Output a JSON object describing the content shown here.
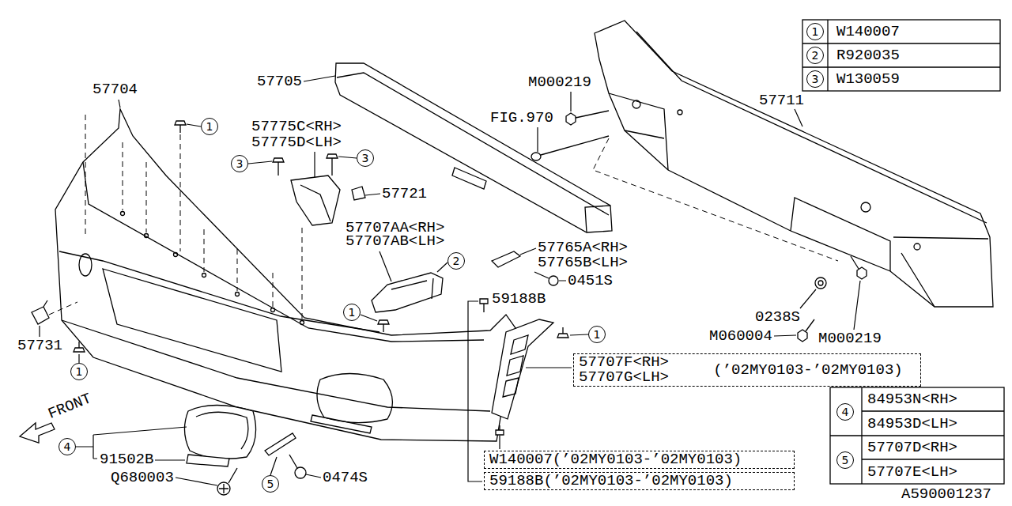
{
  "diagram": {
    "nodes": [
      {
        "text": [
          "1"
        ]
      },
      {
        "text": [
          "3"
        ]
      },
      {
        "text": [
          "3"
        ]
      },
      {
        "text": [
          "2"
        ]
      },
      {
        "text": [
          "1"
        ]
      },
      {
        "text": [
          "1"
        ]
      },
      {
        "text": [
          "1"
        ]
      },
      {
        "text": [
          "57707F<RH>",
          "(’02MY0103-’02MY0103)",
          "57707G<LH>"
        ]
      },
      {
        "text": [
          "4"
        ]
      },
      {
        "text": [
          "W140007(’02MY0103-’02MY0103)"
        ]
      },
      {
        "text": [
          "59188B(’02MY0103-’02MY0103)"
        ]
      },
      {
        "text": [
          "5"
        ]
      },
      {
        "text": [
          "1"
        ]
      },
      {
        "text": [
          "2"
        ]
      },
      {
        "text": [
          "3"
        ]
      },
      {
        "text": [
          "4"
        ]
      },
      {
        "text": [
          "5"
        ]
      }
    ],
    "labels": [
      "57704",
      "57705",
      "M000219",
      "FIG.970",
      "57711",
      "57775C<RH>",
      "57775D<LH>",
      "57721",
      "57707AA<RH>",
      "57707AB<LH>",
      "57765A<RH>",
      "57765B<LH>",
      "0451S",
      "59188B",
      "0238S",
      "M060004",
      "M000219",
      "57731",
      "91502B",
      "Q680003",
      "0474S",
      "FRONT",
      "W140007",
      "R920035",
      "W130059",
      "84953N<RH>",
      "84953D<LH>",
      "57707D<RH>",
      "57707E<LH>",
      "A590001237"
    ]
  }
}
